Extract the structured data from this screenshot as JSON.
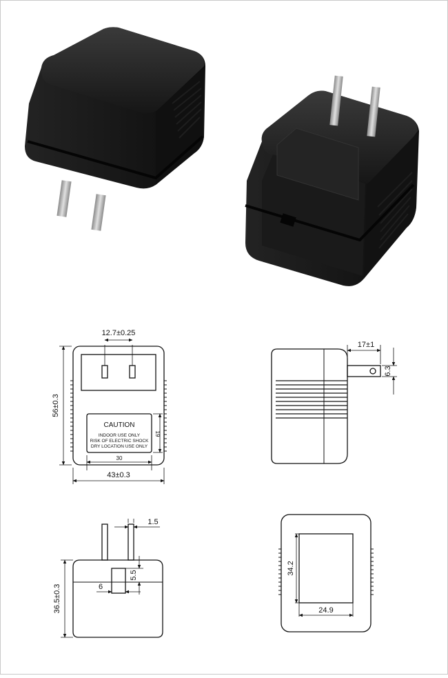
{
  "front_view": {
    "prong_spacing_label": "12.7±0.25",
    "height_label": "56±0.3",
    "width_label": "43±0.3",
    "caution_label": {
      "title": "CAUTION",
      "line1": "INDOOR USE ONLY",
      "line2": "RISK OF ELECTRIC SHOCK",
      "line3": "DRY LOCATION USE ONLY",
      "width_label": "30",
      "height_label": "19"
    }
  },
  "side_view": {
    "prong_length_label": "17±1",
    "prong_height_label": "6.3"
  },
  "bottom_view": {
    "prong_thickness_label": "1.5",
    "depth_label": "36.5±0.3",
    "slot_height_label": "5.5",
    "slot_width_label": "6"
  },
  "back_view": {
    "label_height_label": "34.2",
    "label_width_label": "24.9"
  },
  "colors": {
    "housing": "#1c1c1c",
    "prong": "#b8b8b8",
    "line": "#111111"
  }
}
